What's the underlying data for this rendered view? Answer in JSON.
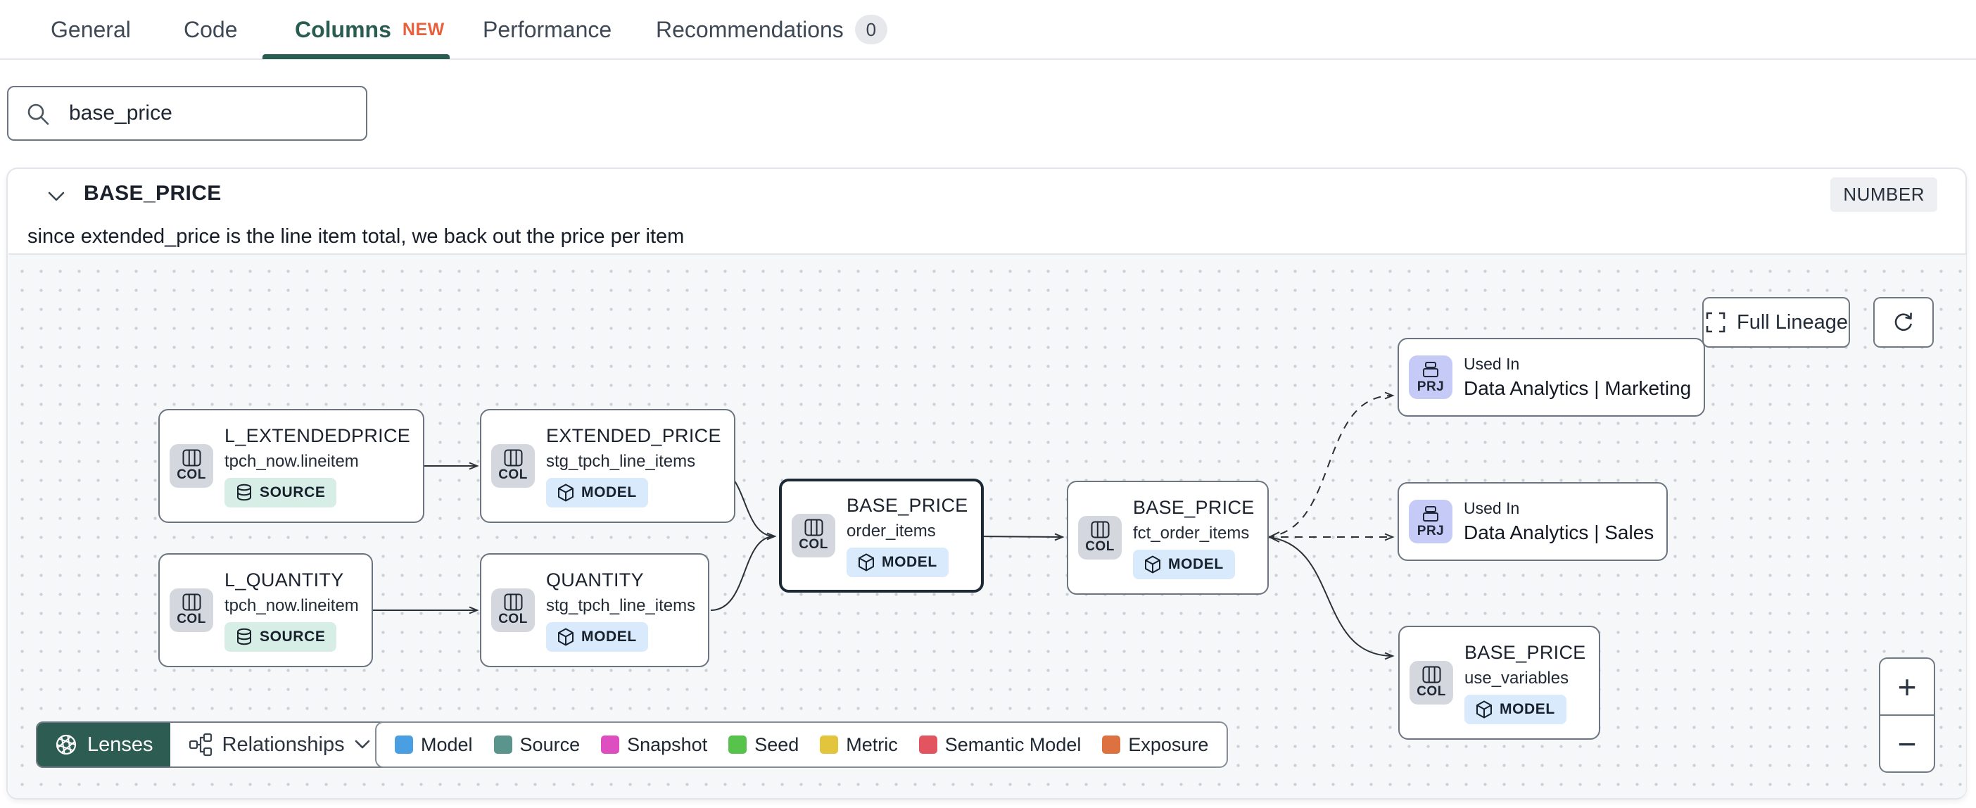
{
  "tabs": [
    {
      "label": "General"
    },
    {
      "label": "Code"
    },
    {
      "label": "Columns",
      "badge": "NEW",
      "active": true
    },
    {
      "label": "Performance"
    },
    {
      "label": "Recommendations",
      "count": "0"
    }
  ],
  "search": {
    "value": "base_price"
  },
  "column_panel": {
    "name": "BASE_PRICE",
    "type_badge": "NUMBER",
    "description": "since extended_price is the line item total, we back out the price per item"
  },
  "lineage": {
    "controls": {
      "full_lineage_label": "Full Lineage",
      "lenses_label": "Lenses",
      "relationships_label": "Relationships",
      "zoom_in": "+",
      "zoom_out": "−"
    },
    "legend": [
      {
        "label": "Model",
        "color": "#4a9ee2"
      },
      {
        "label": "Source",
        "color": "#5b948d"
      },
      {
        "label": "Snapshot",
        "color": "#dd4fc1"
      },
      {
        "label": "Seed",
        "color": "#57c24c"
      },
      {
        "label": "Metric",
        "color": "#e3c43d"
      },
      {
        "label": "Semantic Model",
        "color": "#e25560"
      },
      {
        "label": "Exposure",
        "color": "#dd7140"
      }
    ],
    "nodes": [
      {
        "icon_label": "COL",
        "title": "L_EXTENDEDPRICE",
        "subtitle": "tpch_now.lineitem",
        "badge": "SOURCE"
      },
      {
        "icon_label": "COL",
        "title": "EXTENDED_PRICE",
        "subtitle": "stg_tpch_line_items",
        "badge": "MODEL"
      },
      {
        "icon_label": "COL",
        "title": "L_QUANTITY",
        "subtitle": "tpch_now.lineitem",
        "badge": "SOURCE"
      },
      {
        "icon_label": "COL",
        "title": "QUANTITY",
        "subtitle": "stg_tpch_line_items",
        "badge": "MODEL"
      },
      {
        "icon_label": "COL",
        "title": "BASE_PRICE",
        "subtitle": "order_items",
        "badge": "MODEL"
      },
      {
        "icon_label": "COL",
        "title": "BASE_PRICE",
        "subtitle": "fct_order_items",
        "badge": "MODEL"
      },
      {
        "icon_label": "PRJ",
        "used_in_label": "Used In",
        "title": "Data Analytics | Marketing"
      },
      {
        "icon_label": "PRJ",
        "used_in_label": "Used In",
        "title": "Data Analytics | Sales"
      },
      {
        "icon_label": "COL",
        "title": "BASE_PRICE",
        "subtitle": "use_variables",
        "badge": "MODEL"
      }
    ]
  }
}
